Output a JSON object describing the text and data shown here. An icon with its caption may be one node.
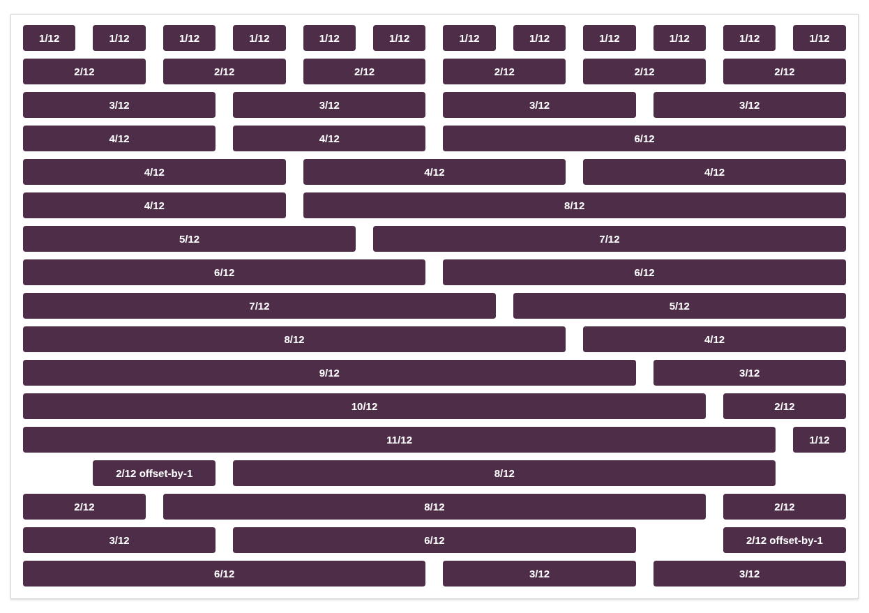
{
  "diagram": {
    "nodes": [
      {
        "text": [
          "1/12"
        ]
      },
      {
        "text": [
          "1/12"
        ]
      },
      {
        "text": [
          "1/12"
        ]
      },
      {
        "text": [
          "1/12"
        ]
      },
      {
        "text": [
          "1/12"
        ]
      },
      {
        "text": [
          "1/12"
        ]
      },
      {
        "text": [
          "1/12"
        ]
      },
      {
        "text": [
          "1/12"
        ]
      },
      {
        "text": [
          "1/12"
        ]
      },
      {
        "text": [
          "1/12"
        ]
      },
      {
        "text": [
          "1/12"
        ]
      },
      {
        "text": [
          "1/12"
        ]
      },
      {
        "text": [
          "2/12"
        ]
      },
      {
        "text": [
          "2/12"
        ]
      },
      {
        "text": [
          "2/12"
        ]
      },
      {
        "text": [
          "2/12"
        ]
      },
      {
        "text": [
          "2/12"
        ]
      },
      {
        "text": [
          "2/12"
        ]
      },
      {
        "text": [
          "3/12"
        ]
      },
      {
        "text": [
          "3/12"
        ]
      },
      {
        "text": [
          "3/12"
        ]
      },
      {
        "text": [
          "3/12"
        ]
      },
      {
        "text": [
          "4/12"
        ]
      },
      {
        "text": [
          "4/12"
        ]
      },
      {
        "text": [
          "6/12"
        ]
      },
      {
        "text": [
          "4/12"
        ]
      },
      {
        "text": [
          "4/12"
        ]
      },
      {
        "text": [
          "4/12"
        ]
      },
      {
        "text": [
          "4/12"
        ]
      },
      {
        "text": [
          "8/12"
        ]
      },
      {
        "text": [
          "5/12"
        ]
      },
      {
        "text": [
          "7/12"
        ]
      },
      {
        "text": [
          "6/12"
        ]
      },
      {
        "text": [
          "6/12"
        ]
      },
      {
        "text": [
          "7/12"
        ]
      },
      {
        "text": [
          "5/12"
        ]
      },
      {
        "text": [
          "8/12"
        ]
      },
      {
        "text": [
          "4/12"
        ]
      },
      {
        "text": [
          "9/12"
        ]
      },
      {
        "text": [
          "3/12"
        ]
      },
      {
        "text": [
          "10/12"
        ]
      },
      {
        "text": [
          "2/12"
        ]
      },
      {
        "text": [
          "11/12"
        ]
      },
      {
        "text": [
          "1/12"
        ]
      },
      {
        "text": [
          "2/12 offset-by-1"
        ]
      },
      {
        "text": [
          "8/12"
        ]
      },
      {
        "text": [
          "2/12"
        ]
      },
      {
        "text": [
          "8/12"
        ]
      },
      {
        "text": [
          "2/12"
        ]
      },
      {
        "text": [
          "3/12"
        ]
      },
      {
        "text": [
          "6/12"
        ]
      },
      {
        "text": [
          "2/12 offset-by-1"
        ]
      },
      {
        "text": [
          "6/12"
        ]
      },
      {
        "text": [
          "3/12"
        ]
      },
      {
        "text": [
          "3/12"
        ]
      }
    ]
  }
}
